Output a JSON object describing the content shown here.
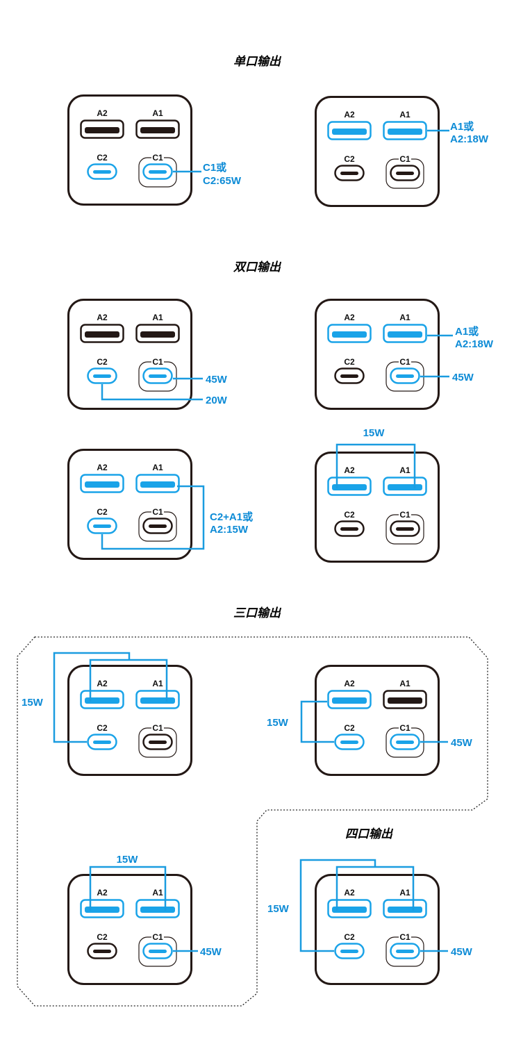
{
  "colors": {
    "active": "#1aa3e8",
    "active_dark": "#0d8bd6",
    "inactive": "#231815",
    "line": "#1a9ce0"
  },
  "sections": {
    "single": "单口输出",
    "dual": "双口输出",
    "triple": "三口输出",
    "quad": "四口输出"
  },
  "port_labels": {
    "a2": "A2",
    "a1": "A1",
    "c2": "C2",
    "c1": "C1"
  },
  "power_labels": {
    "s1_line1": "C1或",
    "s1_line2": "C2:65W",
    "s2_line1": "A1或",
    "s2_line2": "A2:18W",
    "d1_top": "45W",
    "d1_bottom": "20W",
    "d2_line1": "A1或",
    "d2_line2": "A2:18W",
    "d2_c1": "45W",
    "d3_line1": "C2+A1或",
    "d3_line2": "A2:15W",
    "d4_top": "15W",
    "t1_left": "15W",
    "t2_left": "15W",
    "t2_c1": "45W",
    "t3_top": "15W",
    "t3_c1": "45W",
    "q_left": "15W",
    "q_c1": "45W"
  }
}
